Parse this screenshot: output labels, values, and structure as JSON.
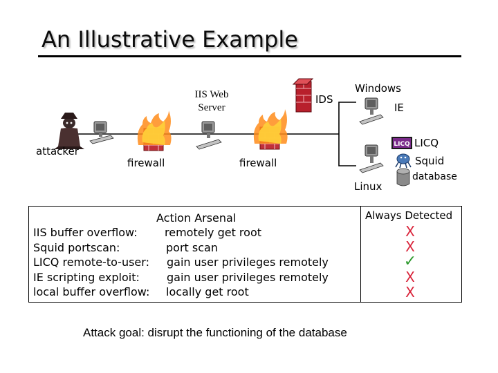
{
  "slide": {
    "title": "An Illustrative Example"
  },
  "network": {
    "attacker_label": "attacker",
    "firewall1_label": "firewall",
    "iis_label_line1": "IIS Web",
    "iis_label_line2": "Server",
    "firewall2_label": "firewall",
    "ids_label": "IDS",
    "windows_label": "Windows",
    "ie_label": "IE",
    "licq_label": "LICQ",
    "linux_label": "Linux",
    "squid_label": "Squid",
    "database_label": "database",
    "licq_logo_text": "LICQ"
  },
  "arsenal": {
    "heading": "Action Arsenal",
    "actions": [
      {
        "name": "IIS buffer overflow:",
        "effect": "remotely get root"
      },
      {
        "name": "Squid portscan:",
        "effect": "port scan"
      },
      {
        "name": "LICQ remote-to-user:",
        "effect": "gain user privileges remotely"
      },
      {
        "name": "IE scripting exploit:",
        "effect": "gain user privileges remotely"
      },
      {
        "name": "local buffer overflow:",
        "effect": "locally get root"
      }
    ]
  },
  "detection": {
    "heading": "Always Detected",
    "marks": [
      "X",
      "X",
      "✓",
      "X",
      "X"
    ],
    "colors": {
      "x": "#d9233a",
      "check": "#2e9a2e"
    }
  },
  "footer": {
    "goal": "Attack goal: disrupt the functioning of the database"
  }
}
